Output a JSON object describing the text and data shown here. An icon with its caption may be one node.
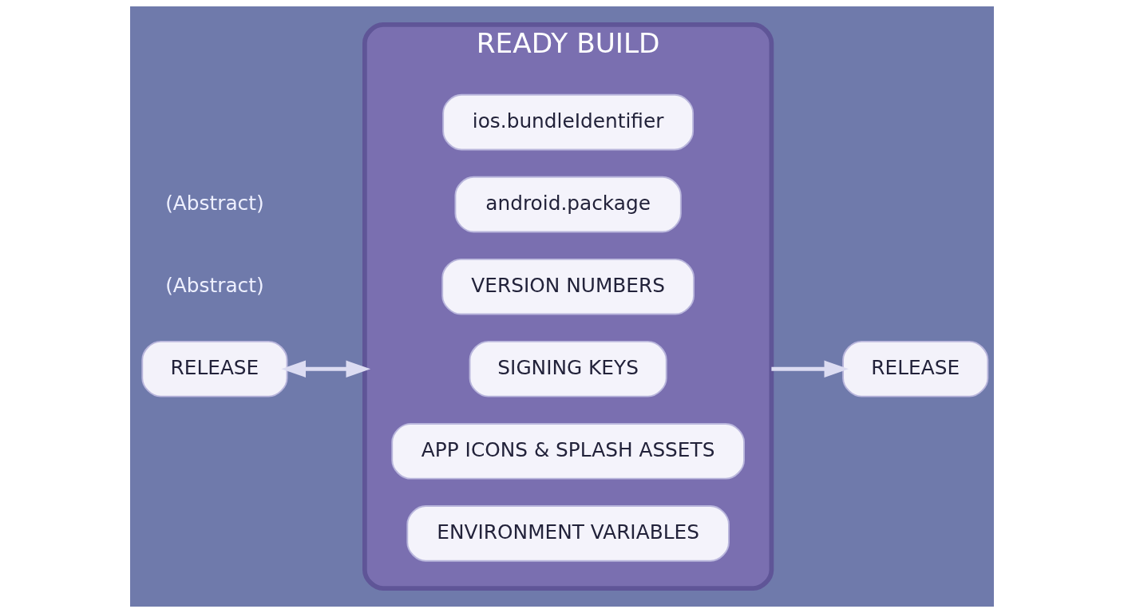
{
  "diagram": {
    "nodes": [
      {
        "text": [
          "RELEASE"
        ]
      },
      {
        "text": [
          "READY BUILD"
        ]
      },
      {
        "text": [
          "ios.bundleIdentifier"
        ],
        "in": 1
      },
      {
        "text": [
          "android.package"
        ],
        "in": 1
      },
      {
        "text": [
          "VERSION NUMBERS"
        ],
        "in": 1
      },
      {
        "text": [
          "SIGNING KEYS"
        ],
        "in": 1
      },
      {
        "text": [
          "APP ICONS & SPLASH ASSETS"
        ],
        "in": 1
      },
      {
        "text": [
          "ENVIRONMENT VARIABLES"
        ],
        "in": 1
      },
      {
        "text": [
          "RELEASE"
        ]
      }
    ],
    "edges": [
      {
        "from": 0,
        "to": 1,
        "arrow": "both"
      },
      {
        "from": 1,
        "to": 8,
        "arrow": "to"
      }
    ],
    "labels": [
      "(Abstract)",
      "(Abstract)"
    ]
  }
}
